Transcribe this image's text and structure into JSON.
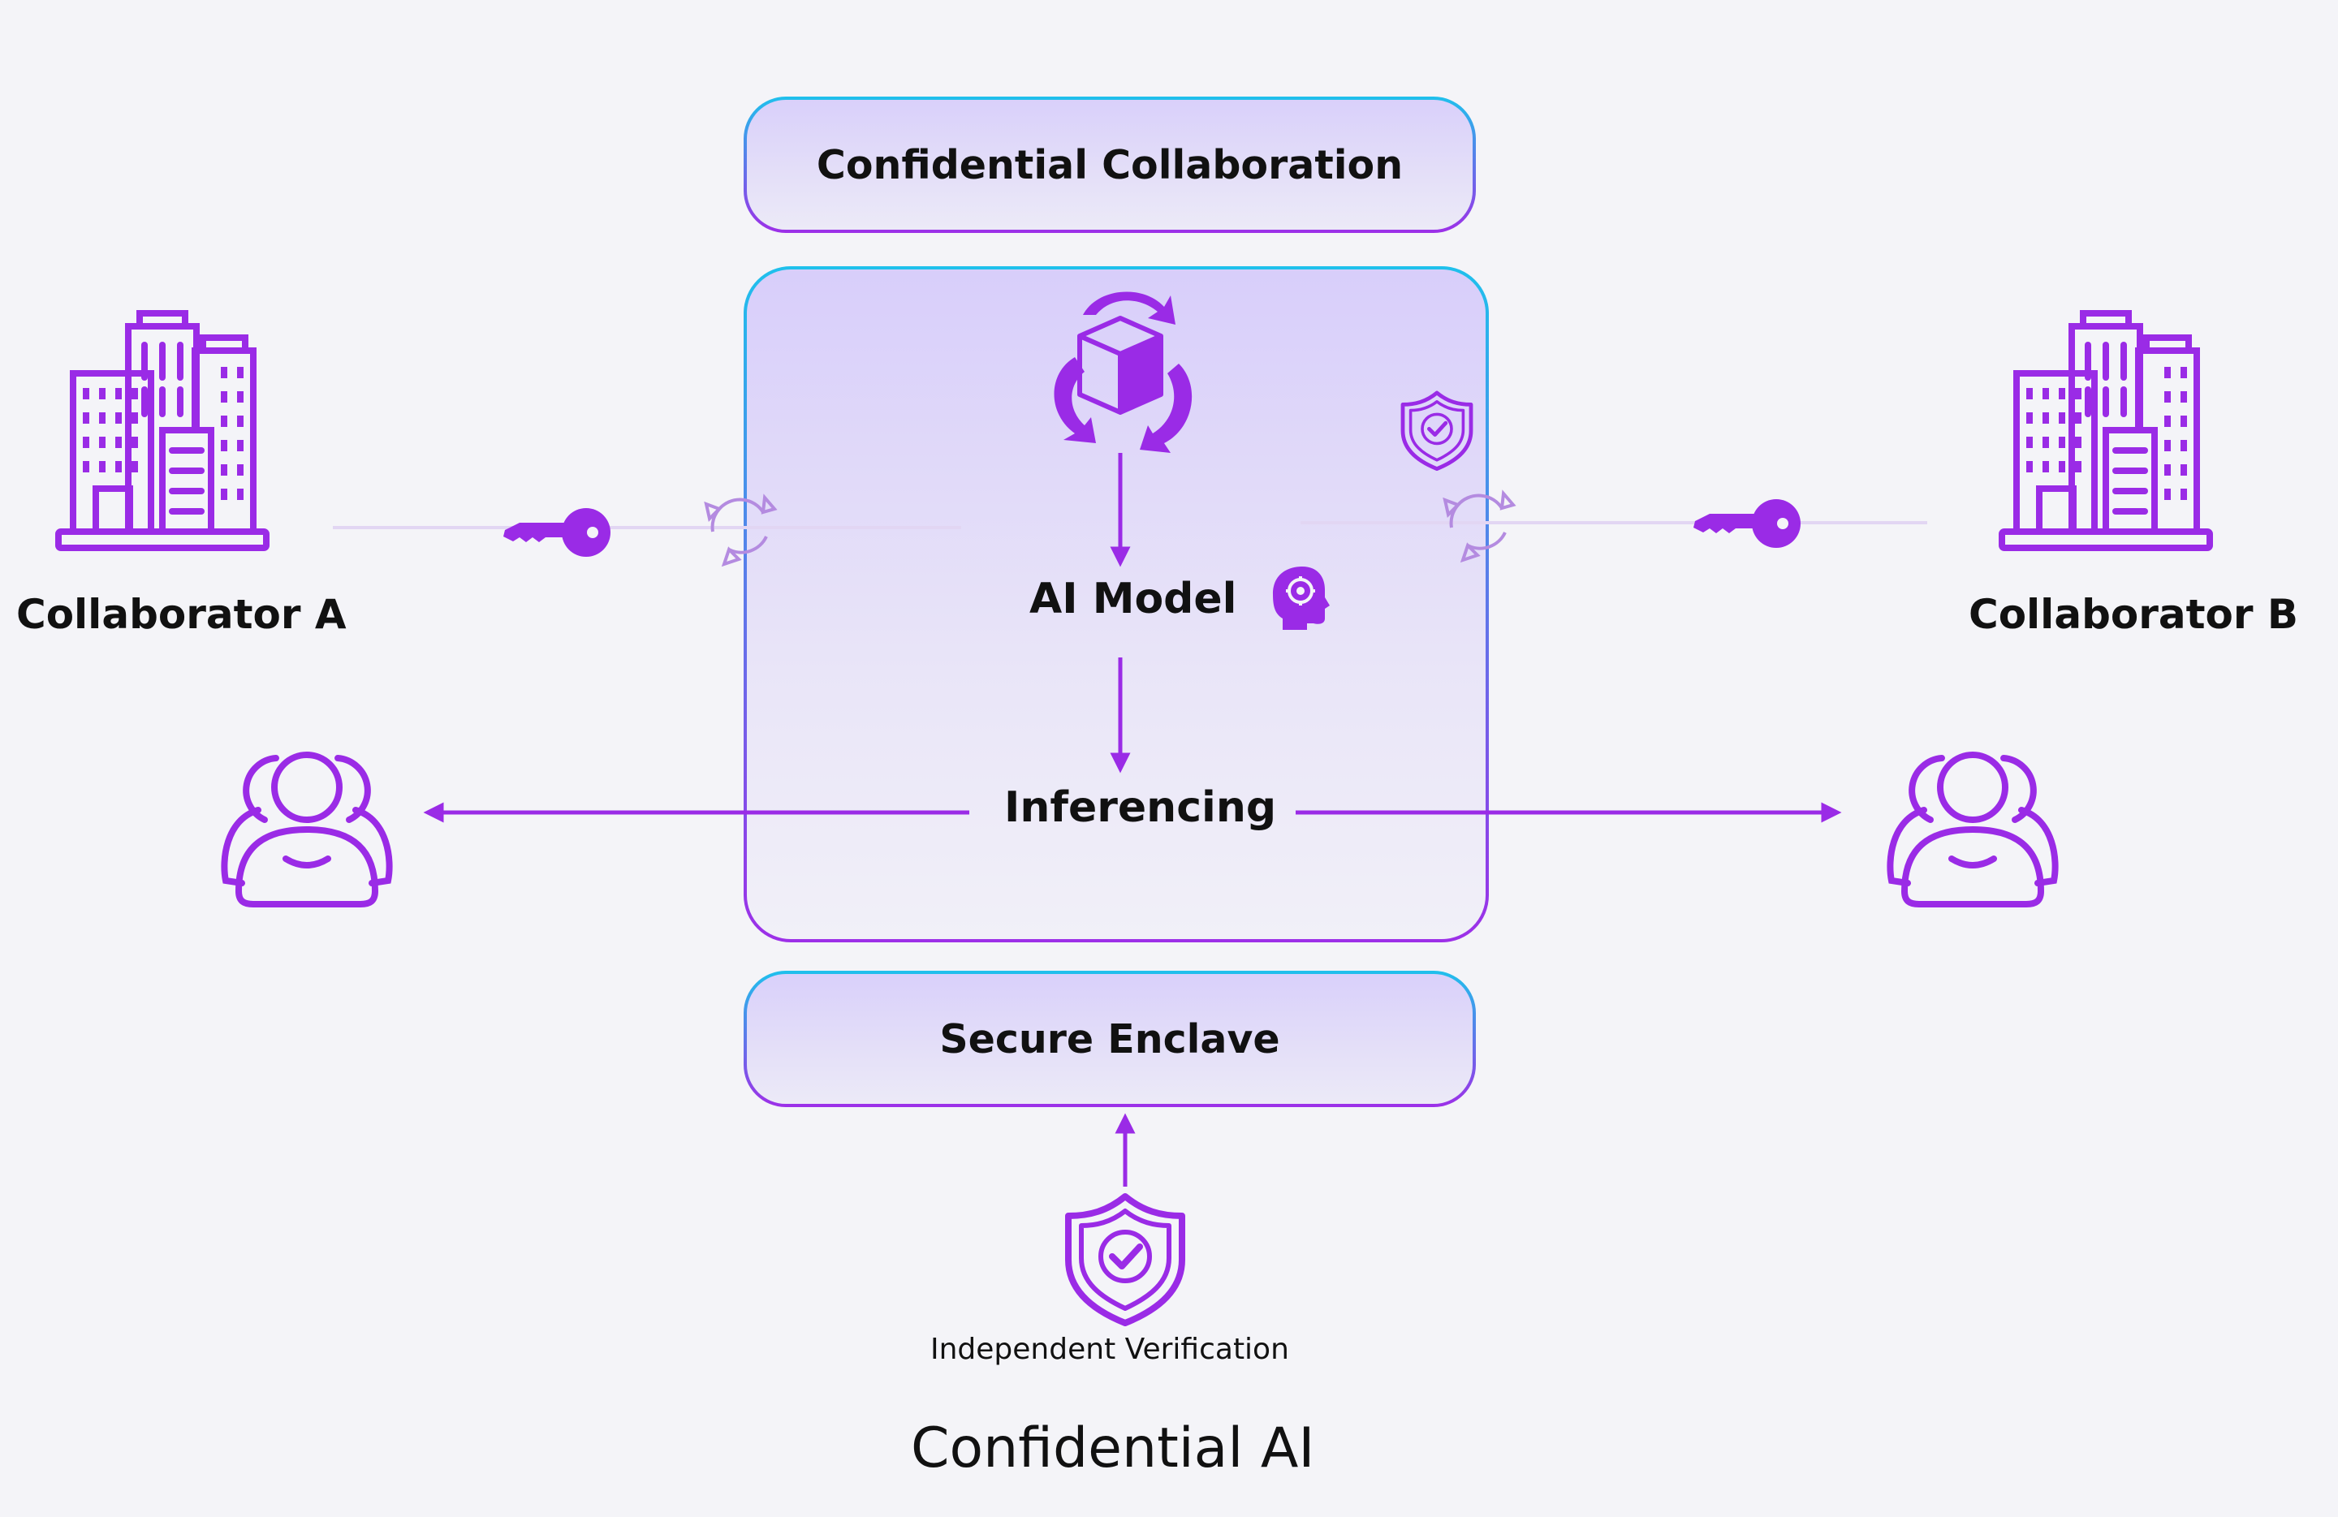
{
  "top_box": {
    "label": "Confidential Collaboration"
  },
  "bottom_box": {
    "label": "Secure Enclave"
  },
  "enclave": {
    "model_label": "AI Model",
    "inference_label": "Inferencing"
  },
  "left": {
    "label": "Collaborator A"
  },
  "right": {
    "label": "Collaborator B"
  },
  "verification": {
    "label": "Independent Verification"
  },
  "footer": {
    "title": "Confidential AI"
  },
  "icons": {
    "building": "building-icon",
    "key": "key-icon",
    "sync": "sync-icon",
    "users": "users-icon",
    "shield": "shield-check-icon",
    "brain": "brain-gear-icon",
    "cube": "cube-cycle-icon"
  },
  "colors": {
    "accent": "#9a2be6",
    "border_top": "#1fc0ec",
    "text": "#111111",
    "background": "#f4f4f8"
  }
}
